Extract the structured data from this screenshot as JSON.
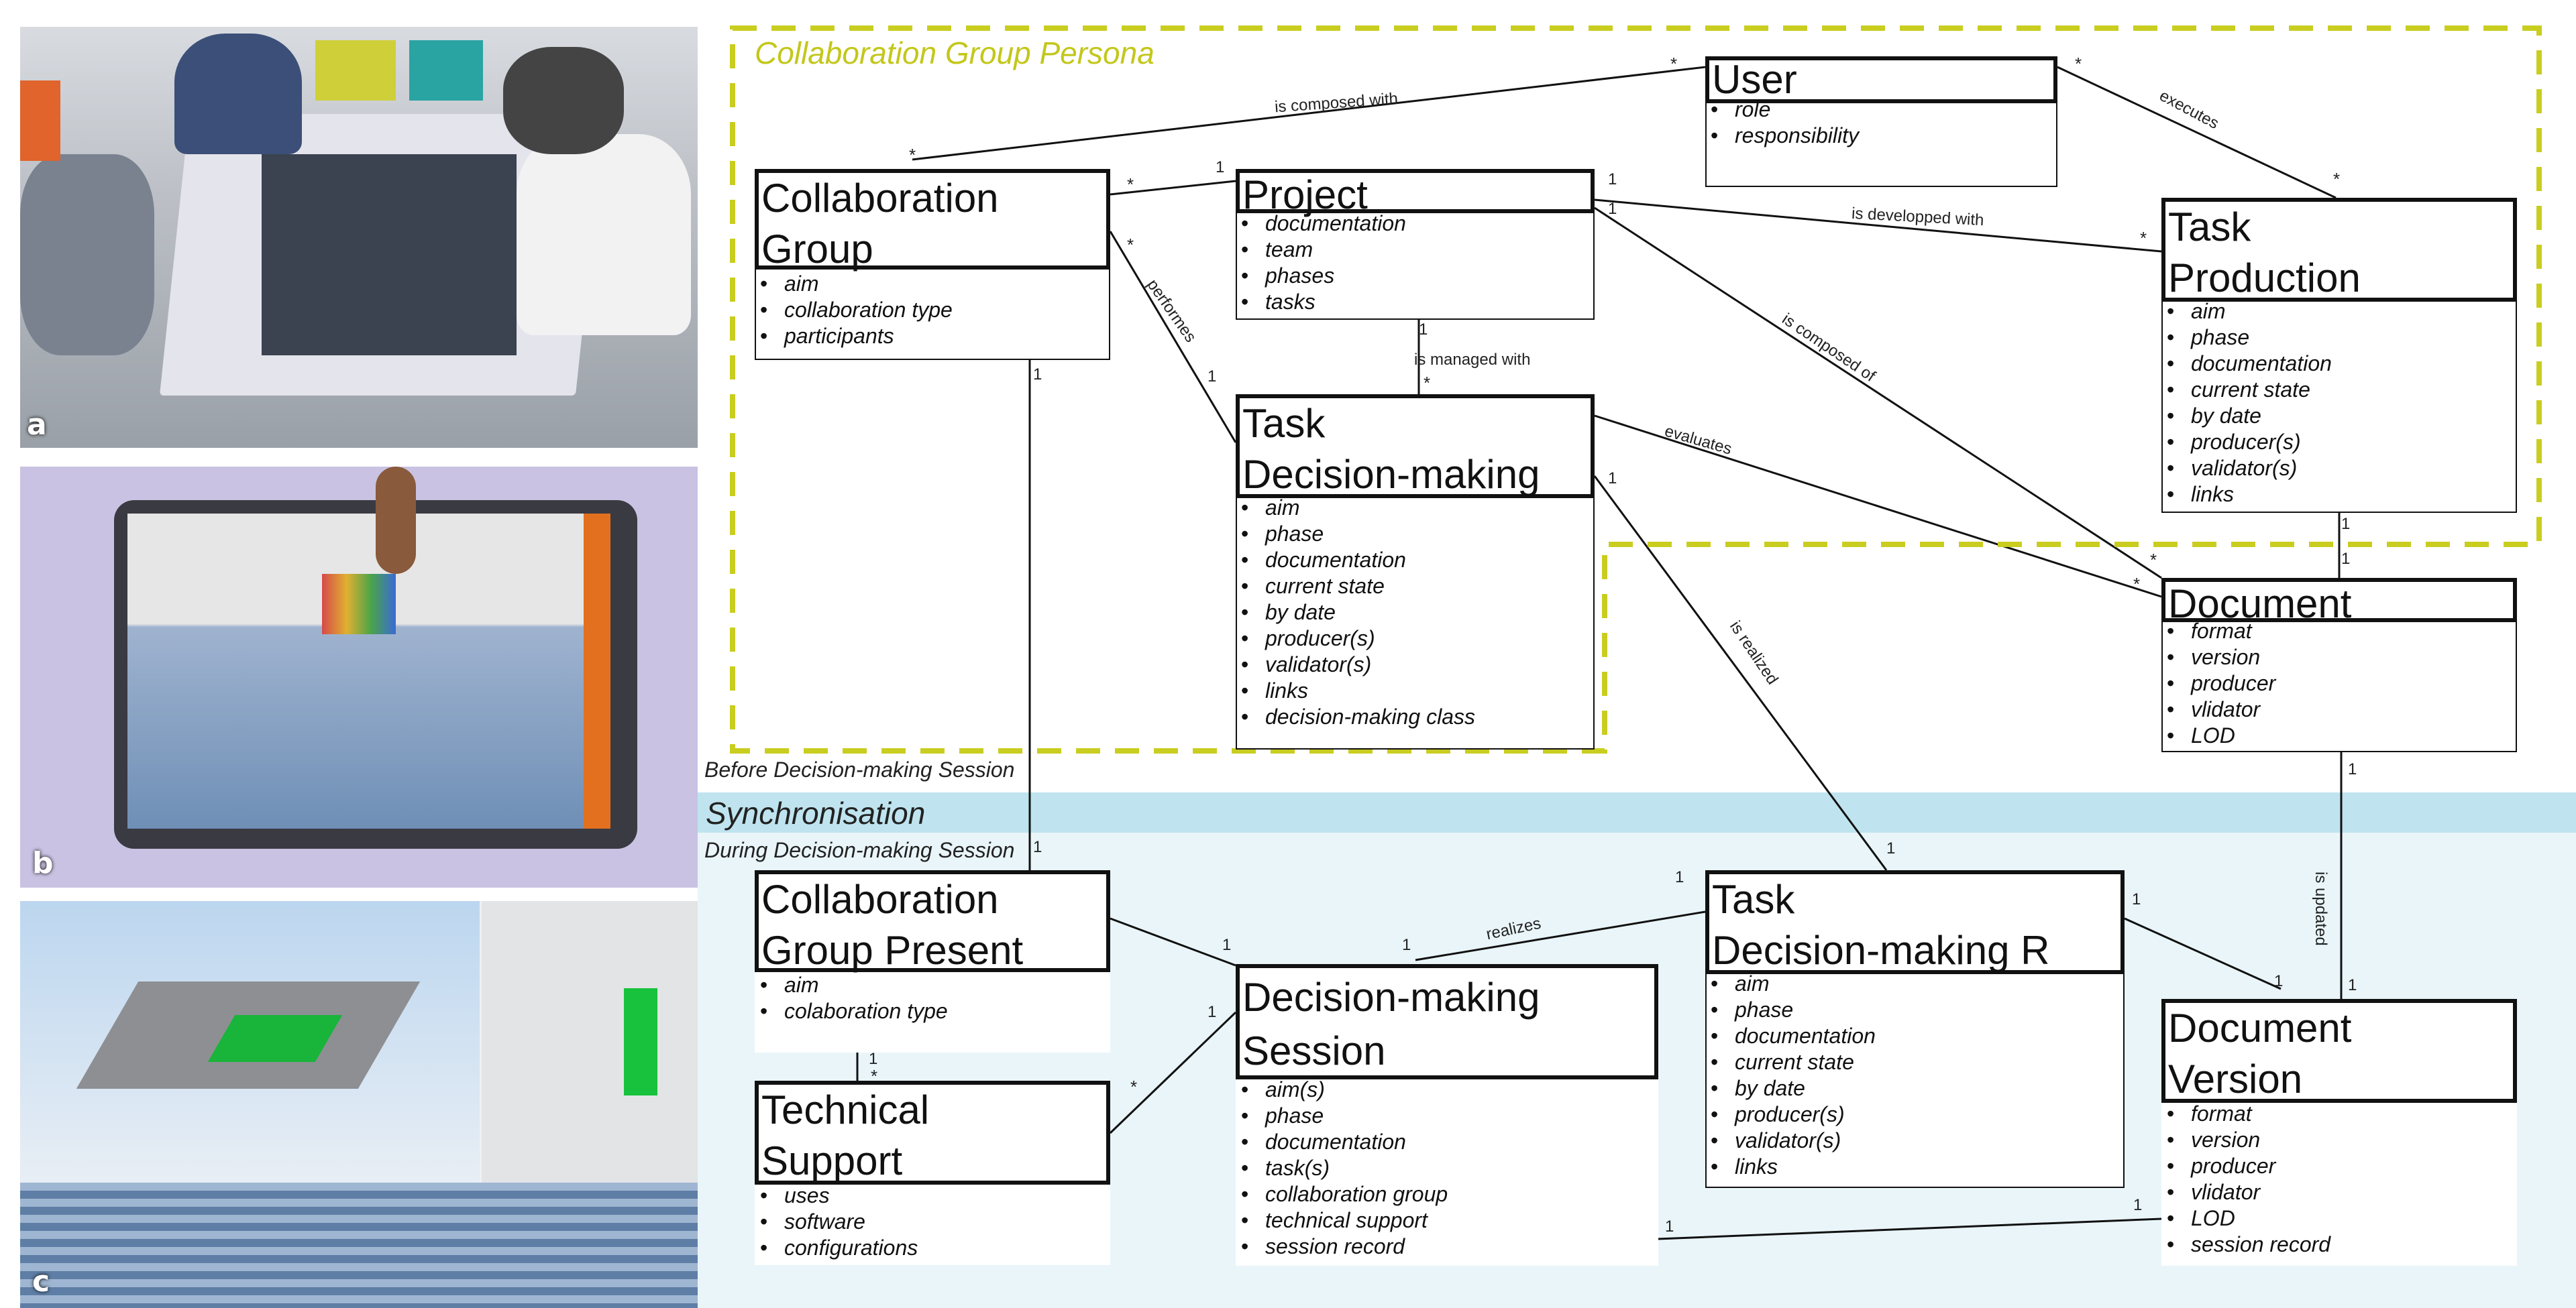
{
  "colors": {
    "persona_border": "#c9cd1f",
    "sync_band": "#bfe4ef",
    "sync_area": "#e9f5f9",
    "boxline": "#111111"
  },
  "panels": {
    "a": "a",
    "b": "b",
    "c": "c"
  },
  "regions": {
    "persona": "Collaboration Group Persona",
    "before": "Before Decision-making Session",
    "sync": "Synchronisation",
    "during": "During Decision-making Session"
  },
  "classes": {
    "user": {
      "title": "User",
      "attrs": [
        "role",
        "responsibility"
      ]
    },
    "collab_group": {
      "title": [
        "Collaboration",
        "Group"
      ],
      "attrs": [
        "aim",
        "collaboration type",
        "participants"
      ]
    },
    "project": {
      "title": "Project",
      "attrs": [
        "documentation",
        "team",
        "phases",
        "tasks"
      ]
    },
    "task_production": {
      "title": [
        "Task",
        "Production"
      ],
      "attrs": [
        "aim",
        "phase",
        "documentation",
        "current state",
        "by date",
        "producer(s)",
        "validator(s)",
        "links"
      ]
    },
    "task_decision": {
      "title": [
        "Task",
        "Decision-making"
      ],
      "attrs": [
        "aim",
        "phase",
        "documentation",
        "current state",
        "by date",
        "producer(s)",
        "validator(s)",
        "links",
        "decision-making class"
      ]
    },
    "document": {
      "title": "Document",
      "attrs": [
        "format",
        "version",
        "producer",
        "vlidator",
        "LOD"
      ]
    },
    "collab_present": {
      "title": [
        "Collaboration",
        "Group Present"
      ],
      "attrs": [
        "aim",
        "colaboration type"
      ]
    },
    "technical_support": {
      "title": [
        "Technical",
        "Support"
      ],
      "attrs": [
        "uses",
        "software",
        "configurations"
      ]
    },
    "decision_session": {
      "title": [
        "Decision-making",
        "Session"
      ],
      "attrs": [
        "aim(s)",
        "phase",
        "documentation",
        "task(s)",
        "collaboration group",
        "technical support",
        "session record"
      ]
    },
    "task_decision_r": {
      "title": [
        "Task",
        "Decision-making R"
      ],
      "attrs": [
        "aim",
        "phase",
        "documentation",
        "current state",
        "by date",
        "producer(s)",
        "validator(s)",
        "links"
      ]
    },
    "document_version": {
      "title": [
        "Document",
        "Version"
      ],
      "attrs": [
        "format",
        "version",
        "producer",
        "vlidator",
        "LOD",
        "session record"
      ]
    }
  },
  "relations": {
    "composed_with": "is composed with",
    "executes": "executes",
    "developped": "is developped with",
    "composed_of": "is composed of",
    "performes": "performes",
    "managed": "is managed with",
    "evaluates": "evaluates",
    "realized": "is realized",
    "realizes": "realizes",
    "updated": "is updated"
  },
  "mult": {
    "star": "*",
    "one": "1"
  }
}
